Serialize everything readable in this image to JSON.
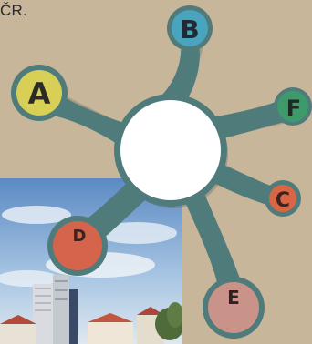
{
  "header": {
    "text": "ČR."
  },
  "diagram": {
    "nodes": [
      {
        "id": "A",
        "label": "A",
        "color": "#d8cf57"
      },
      {
        "id": "B",
        "label": "B",
        "color": "#4aa3bf"
      },
      {
        "id": "F",
        "label": "F",
        "color": "#3f9a6b"
      },
      {
        "id": "C",
        "label": "C",
        "color": "#d96545"
      },
      {
        "id": "D",
        "label": "D",
        "color": "#d4644c"
      },
      {
        "id": "E",
        "label": "E",
        "color": "#c9938a"
      }
    ],
    "hub_color": "#4f7b7b",
    "center_color": "#ffffff"
  }
}
